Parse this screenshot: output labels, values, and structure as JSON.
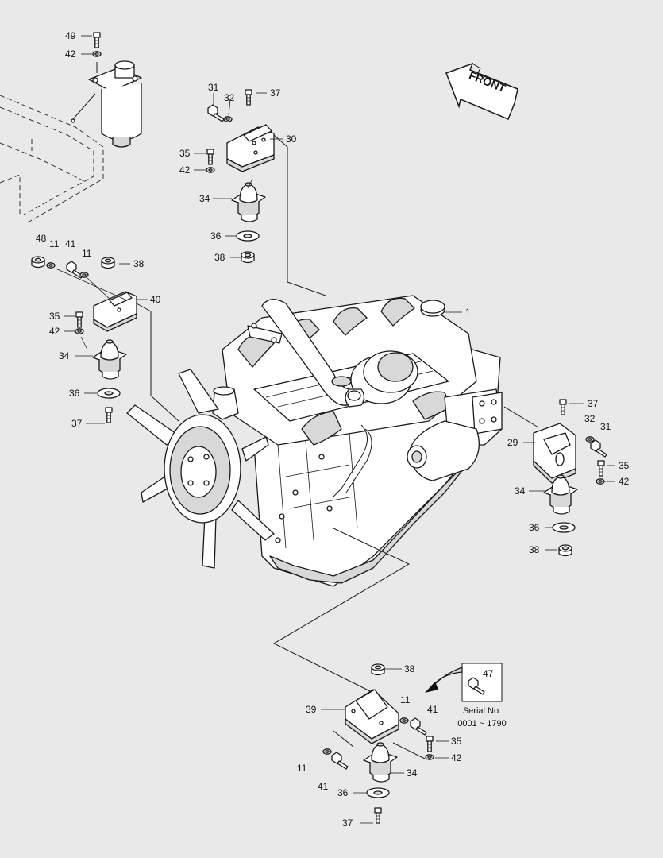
{
  "direction_label": "FRONT",
  "serial_note": {
    "part": "47",
    "line1": "Serial No.",
    "line2": "0001 ~ 1790"
  },
  "callouts": [
    {
      "id": "c49",
      "text": "49"
    },
    {
      "id": "c42a",
      "text": "42"
    },
    {
      "id": "c31a",
      "text": "31"
    },
    {
      "id": "c32a",
      "text": "32"
    },
    {
      "id": "c37a",
      "text": "37"
    },
    {
      "id": "c30",
      "text": "30"
    },
    {
      "id": "c35a",
      "text": "35"
    },
    {
      "id": "c42b",
      "text": "42"
    },
    {
      "id": "c34a",
      "text": "34"
    },
    {
      "id": "c36a",
      "text": "36"
    },
    {
      "id": "c38a",
      "text": "38"
    },
    {
      "id": "c48",
      "text": "48"
    },
    {
      "id": "c11a",
      "text": "11"
    },
    {
      "id": "c41a",
      "text": "41"
    },
    {
      "id": "c11b",
      "text": "11"
    },
    {
      "id": "c38b",
      "text": "38"
    },
    {
      "id": "c40",
      "text": "40"
    },
    {
      "id": "c35b",
      "text": "35"
    },
    {
      "id": "c42c",
      "text": "42"
    },
    {
      "id": "c34b",
      "text": "34"
    },
    {
      "id": "c36b",
      "text": "36"
    },
    {
      "id": "c37b",
      "text": "37"
    },
    {
      "id": "c1",
      "text": "1"
    },
    {
      "id": "c37c",
      "text": "37"
    },
    {
      "id": "c32b",
      "text": "32"
    },
    {
      "id": "c31b",
      "text": "31"
    },
    {
      "id": "c29",
      "text": "29"
    },
    {
      "id": "c35c",
      "text": "35"
    },
    {
      "id": "c42d",
      "text": "42"
    },
    {
      "id": "c34c",
      "text": "34"
    },
    {
      "id": "c36c",
      "text": "36"
    },
    {
      "id": "c38c",
      "text": "38"
    },
    {
      "id": "c38d",
      "text": "38"
    },
    {
      "id": "c39",
      "text": "39"
    },
    {
      "id": "c11c",
      "text": "11"
    },
    {
      "id": "c41b",
      "text": "41"
    },
    {
      "id": "c35d",
      "text": "35"
    },
    {
      "id": "c42e",
      "text": "42"
    },
    {
      "id": "c11d",
      "text": "11"
    },
    {
      "id": "c41c",
      "text": "41"
    },
    {
      "id": "c34d",
      "text": "34"
    },
    {
      "id": "c36d",
      "text": "36"
    },
    {
      "id": "c37d",
      "text": "37"
    }
  ]
}
